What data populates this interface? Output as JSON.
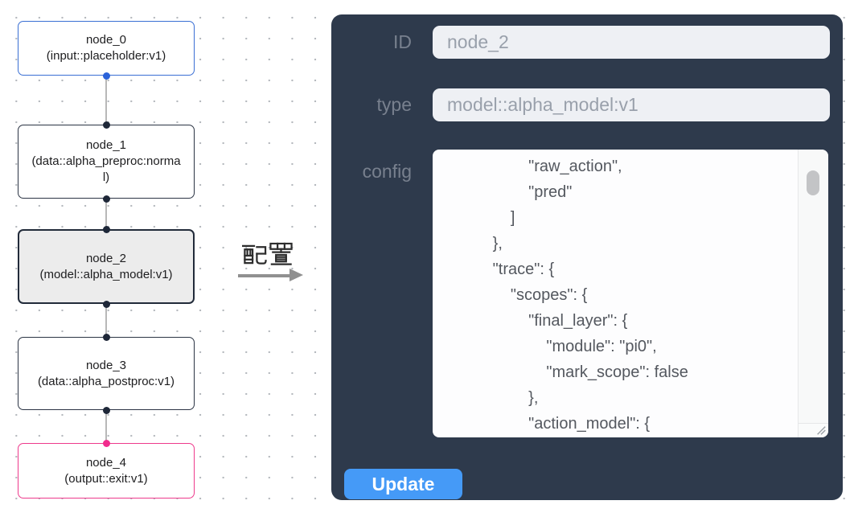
{
  "canvas": {
    "nodes": [
      {
        "id": "node_0",
        "type": "(input::placeholder:v1)",
        "border_color": "#3a6fd4",
        "bg_color": "#ffffff",
        "port_color": "#2a62d9",
        "selected": false
      },
      {
        "id": "node_1",
        "type": "(data::alpha_preproc:normal)",
        "border_color": "#2b3444",
        "bg_color": "#ffffff",
        "port_color": "#1e2738",
        "selected": false
      },
      {
        "id": "node_2",
        "type": "(model::alpha_model:v1)",
        "border_color": "#222b3a",
        "bg_color": "#ececec",
        "port_color": "#1e2738",
        "selected": true
      },
      {
        "id": "node_3",
        "type": "(data::alpha_postproc:v1)",
        "border_color": "#2b3444",
        "bg_color": "#ffffff",
        "port_color": "#1e2738",
        "selected": false
      },
      {
        "id": "node_4",
        "type": "(output::exit:v1)",
        "border_color": "#ee3a8c",
        "bg_color": "#ffffff",
        "port_color": "#f12b8d",
        "selected": false
      }
    ],
    "edge_color": "#b8b8b8",
    "dot_grid_color": "#b4b8bd"
  },
  "annotation": {
    "label": "配置",
    "arrow_color": "#909090"
  },
  "panel": {
    "bg_color": "#2e3a4c",
    "fields": [
      {
        "label": "ID",
        "value": "node_2"
      },
      {
        "label": "type",
        "value": "model::alpha_model:v1"
      }
    ],
    "config_label": "config",
    "config_text": "                    \"raw_action\",\n                    \"pred\"\n                ]\n            },\n            \"trace\": {\n                \"scopes\": {\n                    \"final_layer\": {\n                        \"module\": \"pi0\",\n                        \"mark_scope\": false\n                    },\n                    \"action_model\": {",
    "update_label": "Update",
    "update_color": "#459af7",
    "input_bg": "#eef0f4",
    "label_color": "#78808e"
  }
}
